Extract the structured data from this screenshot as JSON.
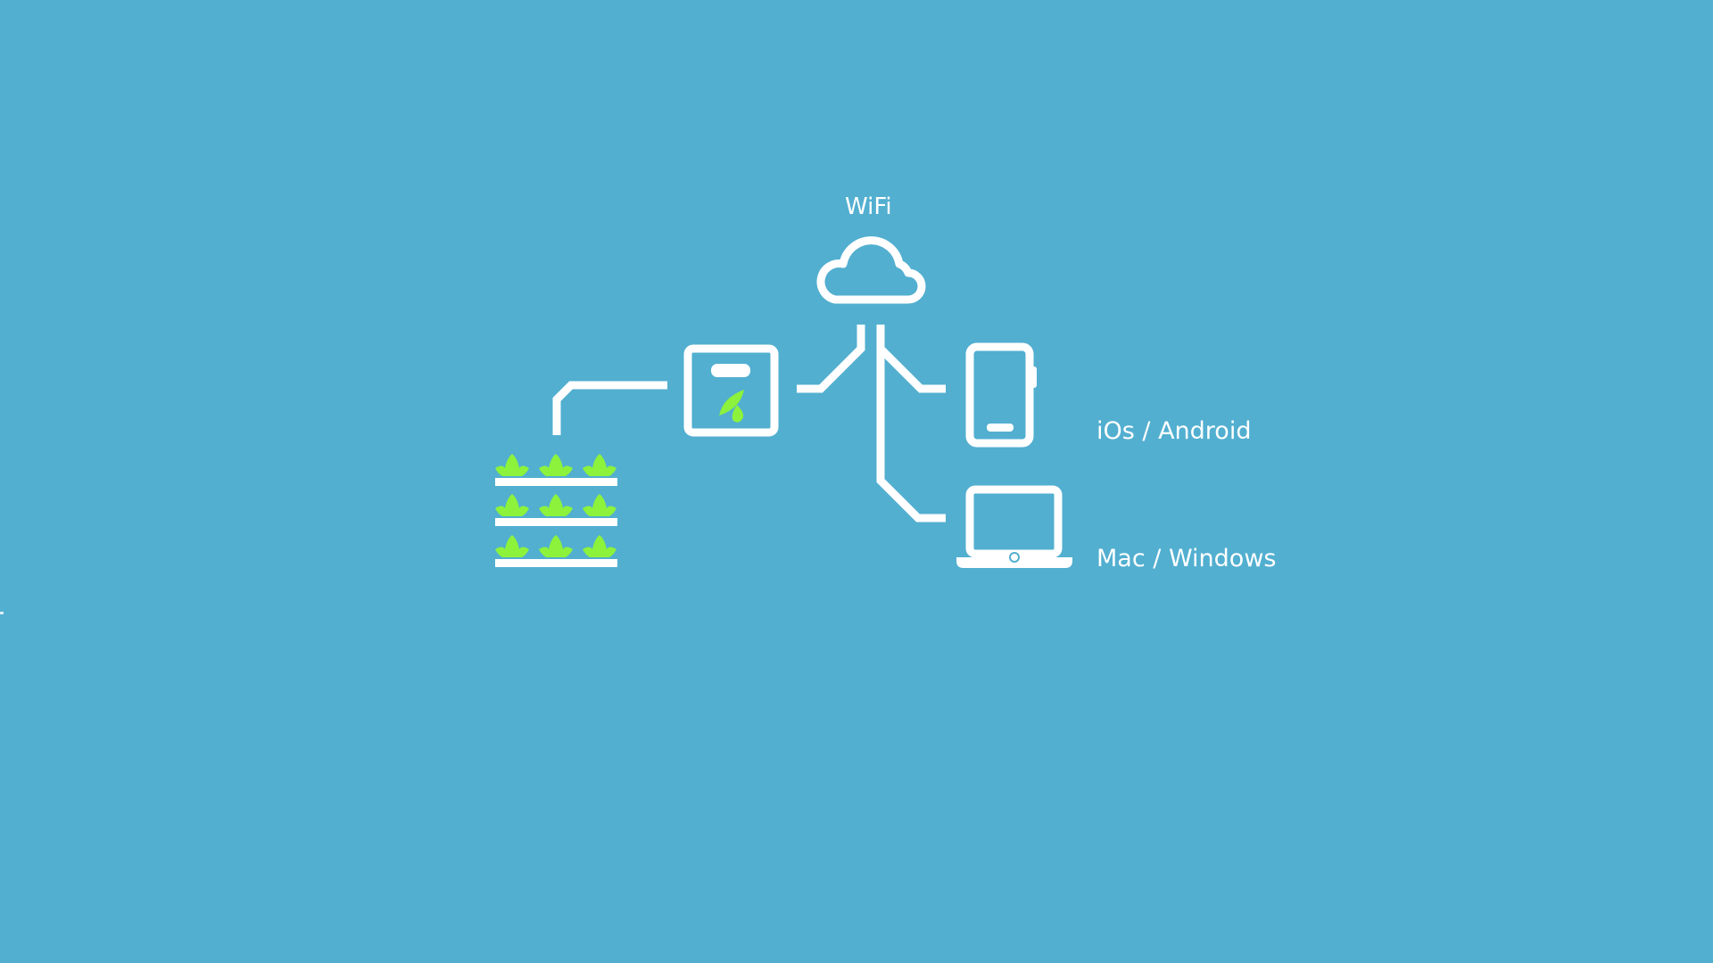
{
  "labels": {
    "cloud": "WiFi",
    "mobile": "iOs / Android",
    "desktop": "Mac / Windows"
  },
  "icons": {
    "cloud": "cloud-icon",
    "controller": "controller-box-icon",
    "plants": "plant-rack-icon",
    "phone": "smartphone-icon",
    "laptop": "laptop-icon"
  },
  "colors": {
    "background": "#52AFD0",
    "line": "#FFFFFF",
    "leaf": "#8CF23C"
  }
}
